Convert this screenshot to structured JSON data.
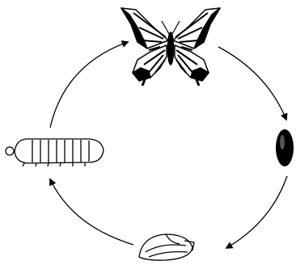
{
  "diagram": {
    "stages": [
      {
        "id": "adult",
        "icon": "butterfly-icon"
      },
      {
        "id": "egg",
        "icon": "egg-icon"
      },
      {
        "id": "pupa",
        "icon": "pupa-icon"
      },
      {
        "id": "larva",
        "icon": "larva-icon"
      }
    ],
    "cycle_direction": "clockwise",
    "connectors": [
      "adult-to-egg",
      "egg-to-pupa",
      "pupa-to-larva",
      "larva-to-adult"
    ],
    "colors": {
      "ink": "#000000",
      "background": "#ffffff"
    }
  }
}
